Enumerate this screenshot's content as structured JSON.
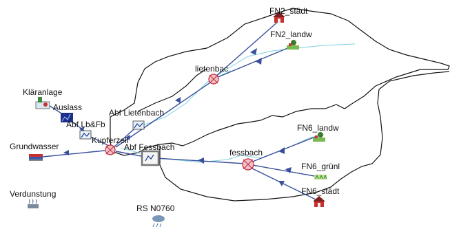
{
  "labels": {
    "fn2_stadt": "FN2_städt",
    "fn2_landw": "FN2_landw",
    "lietenbac": "lietenbac",
    "klaranlage": "Kläranlage",
    "auslass": "Auslass",
    "abf_lietenbach": "Abf Lietenbach",
    "abf_lbfb": "Abf Lb&Fb",
    "kupferzell": "Kupferzell",
    "grundwasser": "Grundwasser",
    "abf_fessbach": "Abf Fessbach",
    "fessbach": "fessbach",
    "fn6_landw": "FN6_landw",
    "fn6_grunl": "FN6_grünl",
    "fn6_stadt": "FN6_städt",
    "verdunstung": "Verdunstung",
    "rs": "RS N0760"
  },
  "colors": {
    "link": "#3a4f9a",
    "river": "#7fd0e0",
    "boundary": "#111111",
    "node_fill": "#f2c0c8",
    "node_stroke": "#c0283a"
  },
  "icons": {
    "house": "house-icon",
    "farm": "farm-icon",
    "meadow": "meadow-icon",
    "node": "junction-node-icon",
    "treatment": "treatment-plant-icon",
    "outlet": "outlet-icon",
    "discharge": "discharge-icon",
    "groundwater": "groundwater-icon",
    "evaporation": "evaporation-icon",
    "rain": "rain-icon"
  }
}
